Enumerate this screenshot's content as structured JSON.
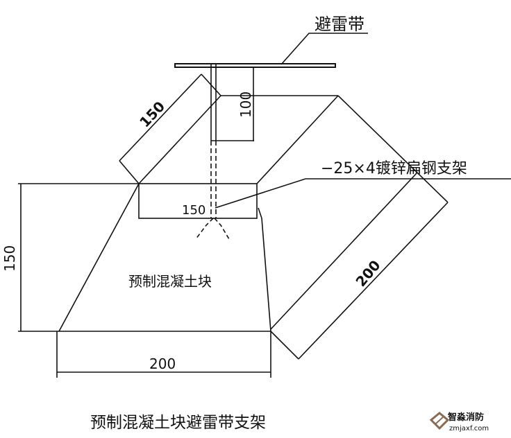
{
  "labels": {
    "lightning_strip": "避雷带",
    "slant_top_dim": "150",
    "rod_dim": "100",
    "bracket_spec": "−25×4镀锌扁钢支架",
    "inner_dim": "150",
    "left_height_dim": "150",
    "block_label": "预制混凝土块",
    "slant_right_dim": "200",
    "bottom_width_dim": "200"
  },
  "caption": "预制混凝土块避雷带支架",
  "watermark": {
    "name": "智淼消防",
    "url": "zmjaxf.com",
    "logo_color": "#8a6a50"
  }
}
